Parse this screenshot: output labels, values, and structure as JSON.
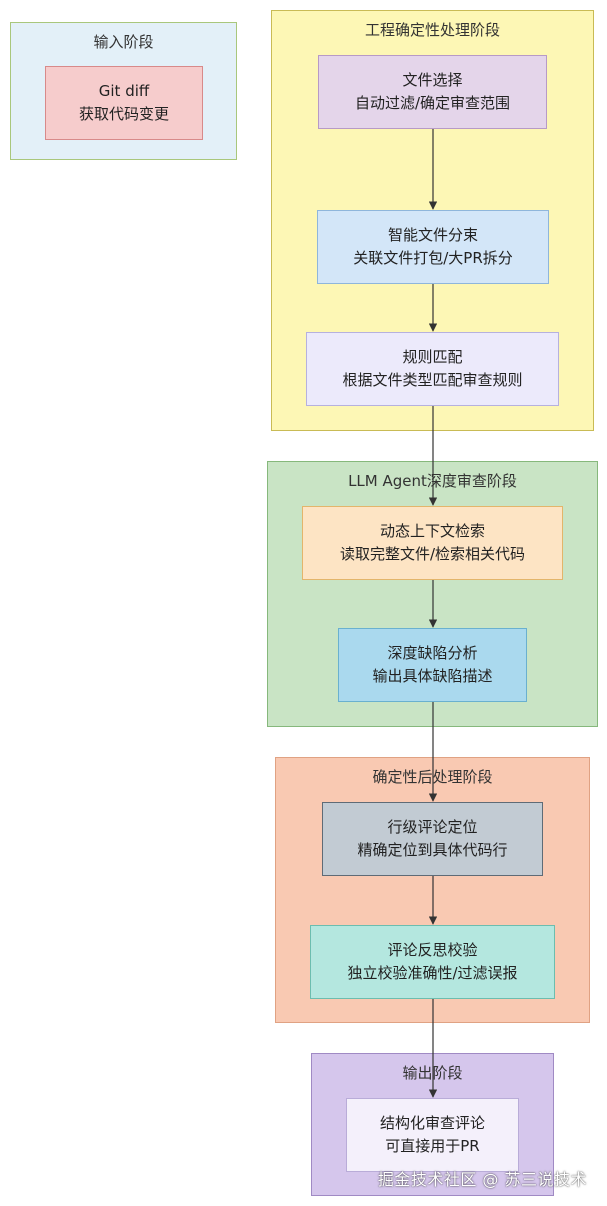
{
  "colors": {
    "input_group_bg": "#e3f0f8",
    "input_group_border": "#a9c77c",
    "eng_group_bg": "#fdf7b5",
    "eng_group_border": "#c9bb55",
    "llm_group_bg": "#c9e4c5",
    "llm_group_border": "#86b87c",
    "post_group_bg": "#f9c9b2",
    "post_group_border": "#e0a283",
    "out_group_bg": "#d5c6ec",
    "out_group_border": "#a08ac4",
    "edge": "#333333"
  },
  "groups": {
    "input": {
      "title": "输入阶段"
    },
    "engineering": {
      "title": "工程确定性处理阶段"
    },
    "llm": {
      "title": "LLM Agent深度审查阶段"
    },
    "post": {
      "title": "确定性后处理阶段"
    },
    "output": {
      "title": "输出阶段"
    }
  },
  "nodes": {
    "git_diff": {
      "line1": "Git diff",
      "line2": "获取代码变更",
      "bg": "#f6cccc",
      "border": "#d88a8a"
    },
    "file_select": {
      "line1": "文件选择",
      "line2": "自动过滤/确定审查范围",
      "bg": "#e4d5ea",
      "border": "#b79ac6"
    },
    "bundle": {
      "line1": "智能文件分束",
      "line2": "关联文件打包/大PR拆分",
      "bg": "#d3e6f8",
      "border": "#8fb6db"
    },
    "rule_match": {
      "line1": "规则匹配",
      "line2": "根据文件类型匹配审查规则",
      "bg": "#eceafb",
      "border": "#b6b1de"
    },
    "context": {
      "line1": "动态上下文检索",
      "line2": "读取完整文件/检索相关代码",
      "bg": "#fde4c4",
      "border": "#e3b56b"
    },
    "defect": {
      "line1": "深度缺陷分析",
      "line2": "输出具体缺陷描述",
      "bg": "#aad9ee",
      "border": "#6ab0cf"
    },
    "line_comment": {
      "line1": "行级评论定位",
      "line2": "精确定位到具体代码行",
      "bg": "#c2cbd3",
      "border": "#5f6b76"
    },
    "reflect": {
      "line1": "评论反思校验",
      "line2": "独立校验准确性/过滤误报",
      "bg": "#b4e7df",
      "border": "#6cbdaf"
    },
    "structured": {
      "line1": "结构化审查评论",
      "line2": "可直接用于PR",
      "bg": "#f4f0fb",
      "border": "#b9acd8"
    }
  },
  "watermark": "掘金技术社区 @ 苏三说技术"
}
